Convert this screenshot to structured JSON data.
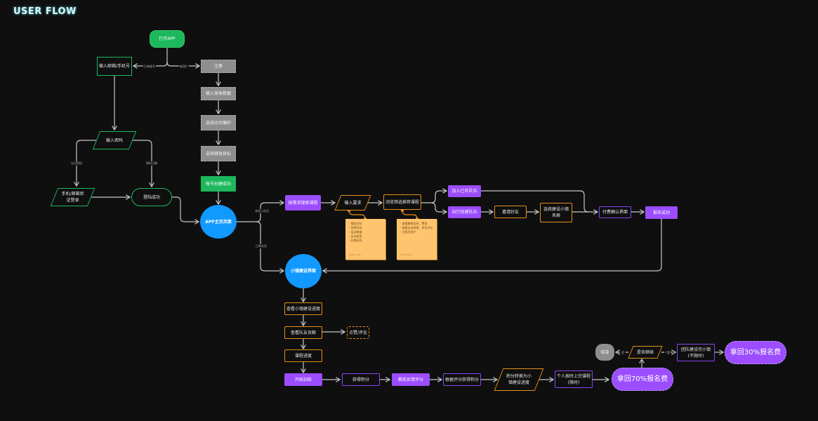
{
  "title": "USER FLOW",
  "colors": {
    "background": "#0f0f0f",
    "green": "#1db85c",
    "gray": "#8e8e8e",
    "blue": "#1199ff",
    "purple": "#9b4dff",
    "orange": "#e48f1a",
    "sticky": "#ffc46e",
    "line": "#c8c8c8"
  },
  "nodes": {
    "open_app": "打开APP",
    "enter_email_phone": "输入邮箱/手机号",
    "register": "注册",
    "enter_body_data": "输入身体数据",
    "select_sport_pref": "选择运动偏好",
    "select_fitness_goal": "选择健身目标",
    "account_created": "帐号创建成功",
    "enter_password": "输入密码",
    "phone_email_login": "手机/邮箱验\n证登录",
    "login_success": "登陆成功",
    "app_home": "APP主页页面",
    "search_course": "按需求搜索课程",
    "enter_requirements": "输入要求",
    "browse_courses": "浏览筛选推荐课程",
    "join_team": "加入已有队伍",
    "create_team": "自行创建队伍",
    "invite_friends": "邀请好友",
    "select_town_style": "选择建设小镇\n风格",
    "payment_confirm": "付费确认界面",
    "signup_success": "报名成功",
    "town_build": "小镇建设界面",
    "view_town_progress": "查看小镇建设进度",
    "view_team_contrib": "查看队友贡献",
    "like_comment": "点赞/评论",
    "course_progress": "课程进度",
    "start_training": "开始训练",
    "get_points": "获得积分",
    "coach_feedback": "教练反馈评分",
    "points_by_score": "根据评分获得积分",
    "points_to_progress": "积分转换为小\n镇建设进度",
    "finish_on_time": "个人按时上完课程\n(限时)",
    "refund_70": "拿回70%报名费",
    "continue_q": "是否继续",
    "end": "结束",
    "team_finish_town": "团队建设完小镇\n(不限时)",
    "refund_30": "拿回30%报名费"
  },
  "edge_labels": {
    "has_account": "已有账号",
    "new_user": "新用户",
    "forgot_password": "忘记密码",
    "password_correct": "密码正确",
    "not_in_team": "未加入队伍",
    "has_team": "已有队伍",
    "no": "否",
    "yes": "是"
  },
  "sticky_notes": [
    {
      "items": [
        "· 锻炼目标",
        "· 持续时间",
        "· 运动难度",
        "· 运动类型",
        "· 价格区间"
      ],
      "footer": "Sticky note"
    },
    {
      "items": [
        "· 查看教练信息、费用",
        "· 查看运动效果、学员评价",
        "· 已报名用户"
      ],
      "footer": "Sticky note"
    }
  ]
}
